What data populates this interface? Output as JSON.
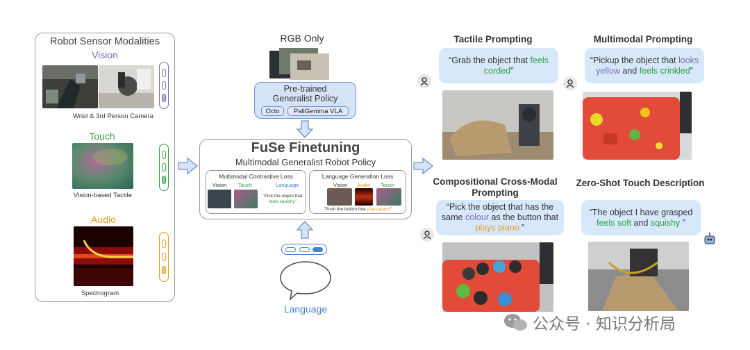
{
  "left": {
    "title": "Robot Sensor Modalities",
    "vision": {
      "title": "Vision",
      "caption": "Wrist & 3rd Person Camera"
    },
    "touch": {
      "title": "Touch",
      "caption": "Vision-based Tactile"
    },
    "audio": {
      "title": "Audio",
      "caption": "Spectrogram"
    }
  },
  "center": {
    "rgb_only": "RGB Only",
    "pretrained_title_1": "Pre-trained",
    "pretrained_title_2": "Generalist Policy",
    "chips": [
      "Octo",
      "PaliGemma VLA"
    ],
    "fuse_title": "FuSe Finetuning",
    "fuse_subtitle": "Multimodal Generalist Robot Policy",
    "contrastive": {
      "title": "Multimodal Contrastive Loss",
      "labels": [
        "Vision",
        "Touch",
        "Language"
      ],
      "quote_1": "\"Pick the object that",
      "quote_2": "feels squishy\""
    },
    "generation": {
      "title": "Language Generation Loss",
      "labels": [
        "Vision",
        "Audio",
        "Touch"
      ],
      "quote_1": "\"Push the button that ",
      "quote_2": "plays piano",
      "quote_3": "\""
    },
    "language": "Language"
  },
  "right": {
    "tactile": {
      "title": "Tactile Prompting",
      "q1": "“Grab the object that ",
      "q2": "feels",
      "q3": "corded",
      "q4": "”"
    },
    "multimodal": {
      "title": "Multimodal Prompting",
      "q1": "“Pickup the object that ",
      "q2": "looks",
      "q3": "yellow",
      "q4": " and ",
      "q5": "feels crinkled",
      "q6": "”"
    },
    "compositional": {
      "title_1": "Compositional Cross-Modal",
      "title_2": "Prompting",
      "q1": "“Pick the object that has the",
      "q2": "same ",
      "q3": "colour",
      "q4": " as the button that",
      "q5": "plays piano",
      "q6": " ”"
    },
    "zeroshot": {
      "title": "Zero-Shot Touch Description",
      "q1": "“The object I have grasped",
      "q2": "feels soft",
      "q3": " and ",
      "q4": "squishy",
      "q5": " ”"
    }
  },
  "watermark": "公众号 · 知识分析局",
  "colors": {
    "vision": "#7b6cae",
    "touch": "#2ea043",
    "audio": "#e59a17",
    "language": "#4a7fd1",
    "bubble": "#d8e8fb",
    "policy_box": "#d6e3f7"
  }
}
